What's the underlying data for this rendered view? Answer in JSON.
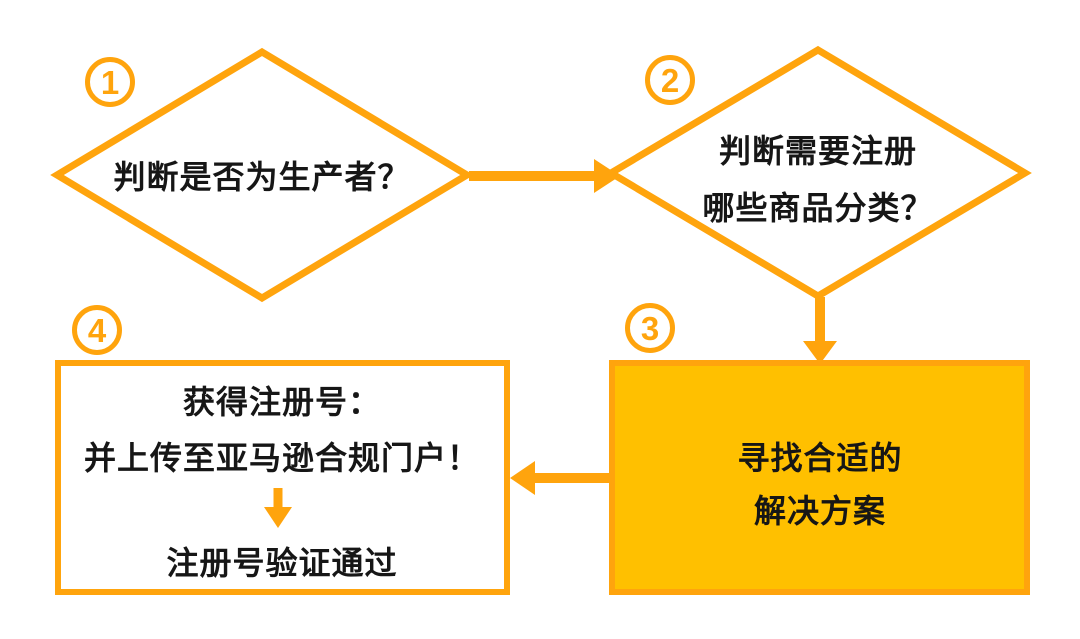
{
  "diagram": {
    "type": "flowchart",
    "colors": {
      "line_orange": "#FFA40D",
      "box_fill_gold": "#FFC000",
      "text_black": "#161616",
      "background": "#FFFFFF"
    },
    "nodes": {
      "step1": {
        "badge": "1",
        "shape": "diamond",
        "text": "判断是否为生产者？"
      },
      "step2": {
        "badge": "2",
        "shape": "diamond",
        "line1": "判断需要注册",
        "line2": "哪些商品分类？"
      },
      "step3": {
        "badge": "3",
        "shape": "rect-filled",
        "line1": "寻找合适的",
        "line2": "解决方案"
      },
      "step4": {
        "badge": "4",
        "shape": "rect-outline",
        "line1": "获得注册号：",
        "line2": "并上传至亚马逊合规门户！",
        "line3": "注册号验证通过"
      }
    },
    "connections": [
      {
        "from": "step1",
        "to": "step2",
        "direction": "right"
      },
      {
        "from": "step2",
        "to": "step3",
        "direction": "down"
      },
      {
        "from": "step3",
        "to": "step4",
        "direction": "left"
      },
      {
        "within": "step4",
        "from_line": "line2",
        "to_line": "line3",
        "direction": "down"
      }
    ]
  }
}
